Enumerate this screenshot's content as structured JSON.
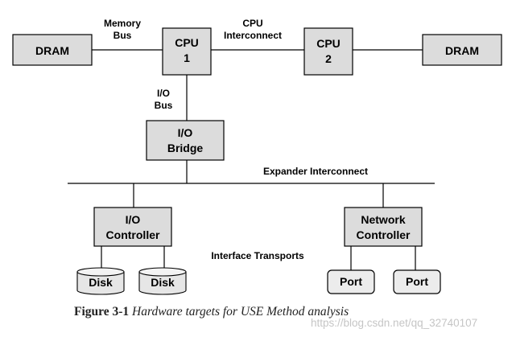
{
  "nodes": {
    "dram_left": "DRAM",
    "cpu1": [
      "CPU",
      "1"
    ],
    "cpu2": [
      "CPU",
      "2"
    ],
    "dram_right": "DRAM",
    "io_bridge": [
      "I/O",
      "Bridge"
    ],
    "io_controller": [
      "I/O",
      "Controller"
    ],
    "network_controller": [
      "Network",
      "Controller"
    ],
    "disk1": "Disk",
    "disk2": "Disk",
    "port1": "Port",
    "port2": "Port"
  },
  "connections": {
    "memory_bus": [
      "Memory",
      "Bus"
    ],
    "cpu_interconnect": [
      "CPU",
      "Interconnect"
    ],
    "io_bus": [
      "I/O",
      "Bus"
    ],
    "expander_interconnect": "Expander Interconnect",
    "interface_transports": "Interface Transports"
  },
  "caption": {
    "number": "Figure 3-1",
    "text": "Hardware targets for USE Method analysis"
  },
  "watermark": "https://blog.csdn.net/qq_32740107",
  "colors": {
    "box_fill": "#dcdcdc",
    "line": "#000000"
  }
}
